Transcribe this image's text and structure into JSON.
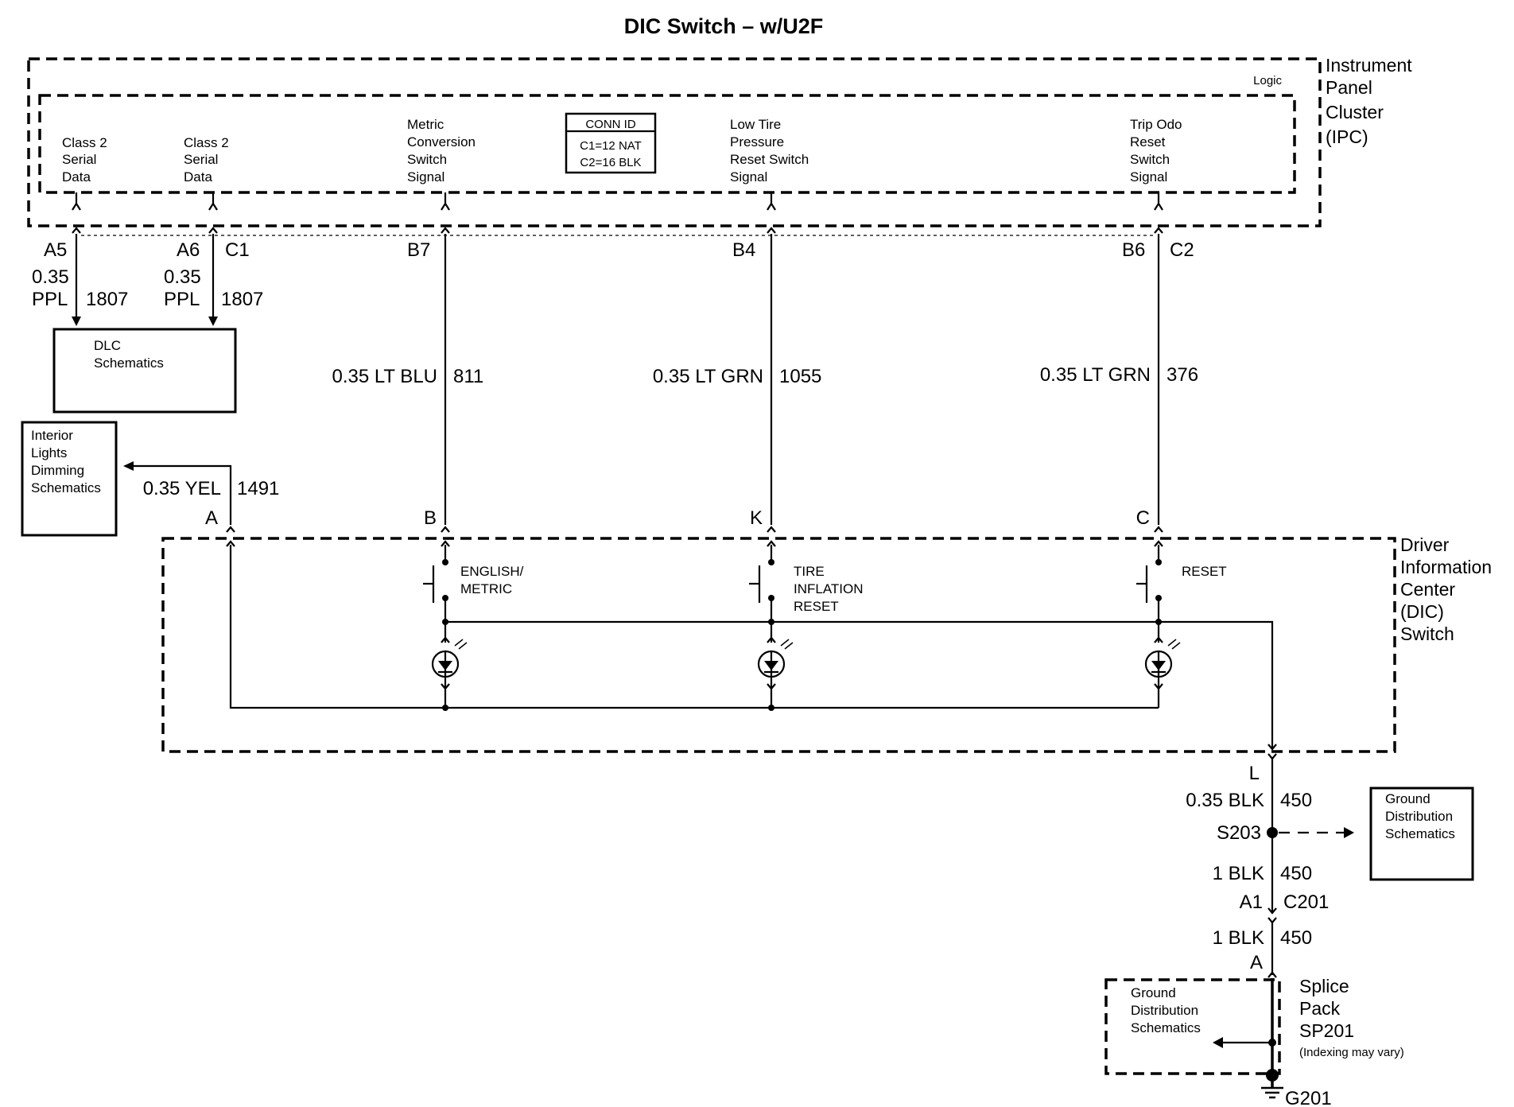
{
  "title": "DIC Switch – w/U2F",
  "ipc": {
    "logic_label": "Logic",
    "side_label": [
      "Instrument",
      "Panel",
      "Cluster",
      "(IPC)"
    ],
    "conn_id": [
      "CONN ID",
      "C1=12 NAT",
      "C2=16 BLK"
    ],
    "signals": [
      [
        "Class 2",
        "Serial",
        "Data"
      ],
      [
        "Class 2",
        "Serial",
        "Data"
      ],
      [
        "Metric",
        "Conversion",
        "Switch",
        "Signal"
      ],
      [
        "Low Tire",
        "Pressure",
        "Reset Switch",
        "Signal"
      ],
      [
        "Trip Odo",
        "Reset",
        "Switch",
        "Signal"
      ]
    ],
    "pins": [
      "A5",
      "A6",
      "C1",
      "B7",
      "B4",
      "B6",
      "C2"
    ]
  },
  "wires": {
    "w1": [
      "0.35",
      "PPL",
      "1807"
    ],
    "w2": [
      "0.35",
      "PPL",
      "1807"
    ],
    "w3": [
      "0.35 LT BLU",
      "811"
    ],
    "w4": [
      "0.35 LT GRN",
      "1055"
    ],
    "w5": [
      "0.35 LT GRN",
      "376"
    ],
    "w6": [
      "0.35 YEL",
      "1491"
    ],
    "w7": [
      "0.35 BLK",
      "450"
    ],
    "w8": [
      "1 BLK",
      "450"
    ],
    "w9": [
      "1 BLK",
      "450"
    ]
  },
  "boxes": {
    "dlc": [
      "DLC",
      "Schematics"
    ],
    "interior": [
      "Interior",
      "Lights",
      "Dimming",
      "Schematics"
    ],
    "ground1": [
      "Ground",
      "Distribution",
      "Schematics"
    ],
    "ground2": [
      "Ground",
      "Distribution",
      "Schematics"
    ]
  },
  "dic": {
    "side_label": [
      "Driver",
      "Information",
      "Center",
      "(DIC)",
      "Switch"
    ],
    "pins": [
      "A",
      "B",
      "K",
      "C",
      "L"
    ],
    "switches": [
      [
        "ENGLISH/",
        "METRIC"
      ],
      [
        "TIRE",
        "INFLATION",
        "RESET"
      ],
      [
        "RESET"
      ]
    ]
  },
  "ground_path": {
    "splice": "S203",
    "connector_pins": [
      "A1",
      "C201"
    ],
    "pack_pin": "A",
    "splice_pack": [
      "Splice",
      "Pack",
      "SP201"
    ],
    "indexing_note": "(Indexing may vary)",
    "ground": "G201"
  }
}
